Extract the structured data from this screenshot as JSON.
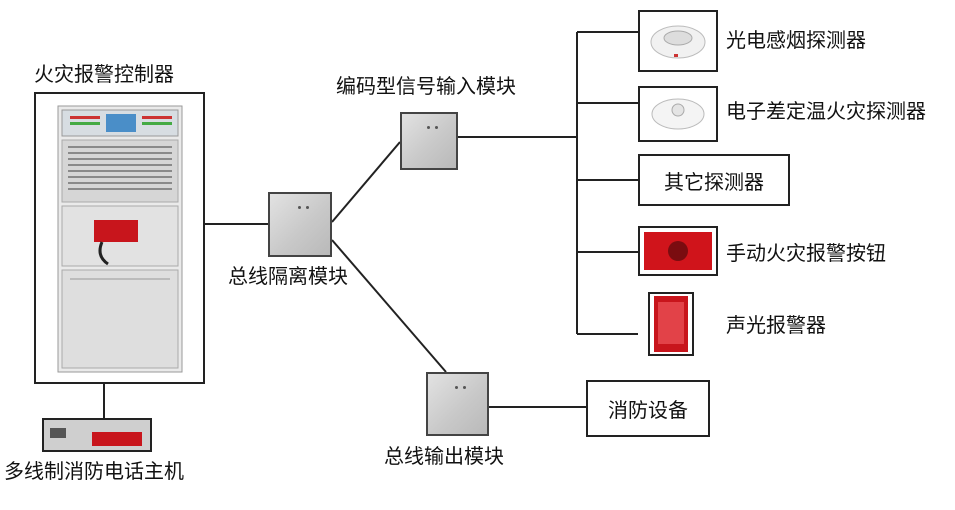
{
  "controller": {
    "label": "火灾报警控制器"
  },
  "phone_host": {
    "label": "多线制消防电话主机"
  },
  "isolation_module": {
    "label": "总线隔离模块"
  },
  "input_module": {
    "label": "编码型信号输入模块"
  },
  "output_module": {
    "label": "总线输出模块"
  },
  "fire_equipment": {
    "label": "消防设备"
  },
  "devices": [
    {
      "label": "光电感烟探测器"
    },
    {
      "label": "电子差定温火灾探测器"
    },
    {
      "label": "其它探测器"
    },
    {
      "label": "手动火灾报警按钮"
    },
    {
      "label": "声光报警器"
    }
  ],
  "colors": {
    "line": "#222222",
    "alarm_red": "#d0141b"
  }
}
